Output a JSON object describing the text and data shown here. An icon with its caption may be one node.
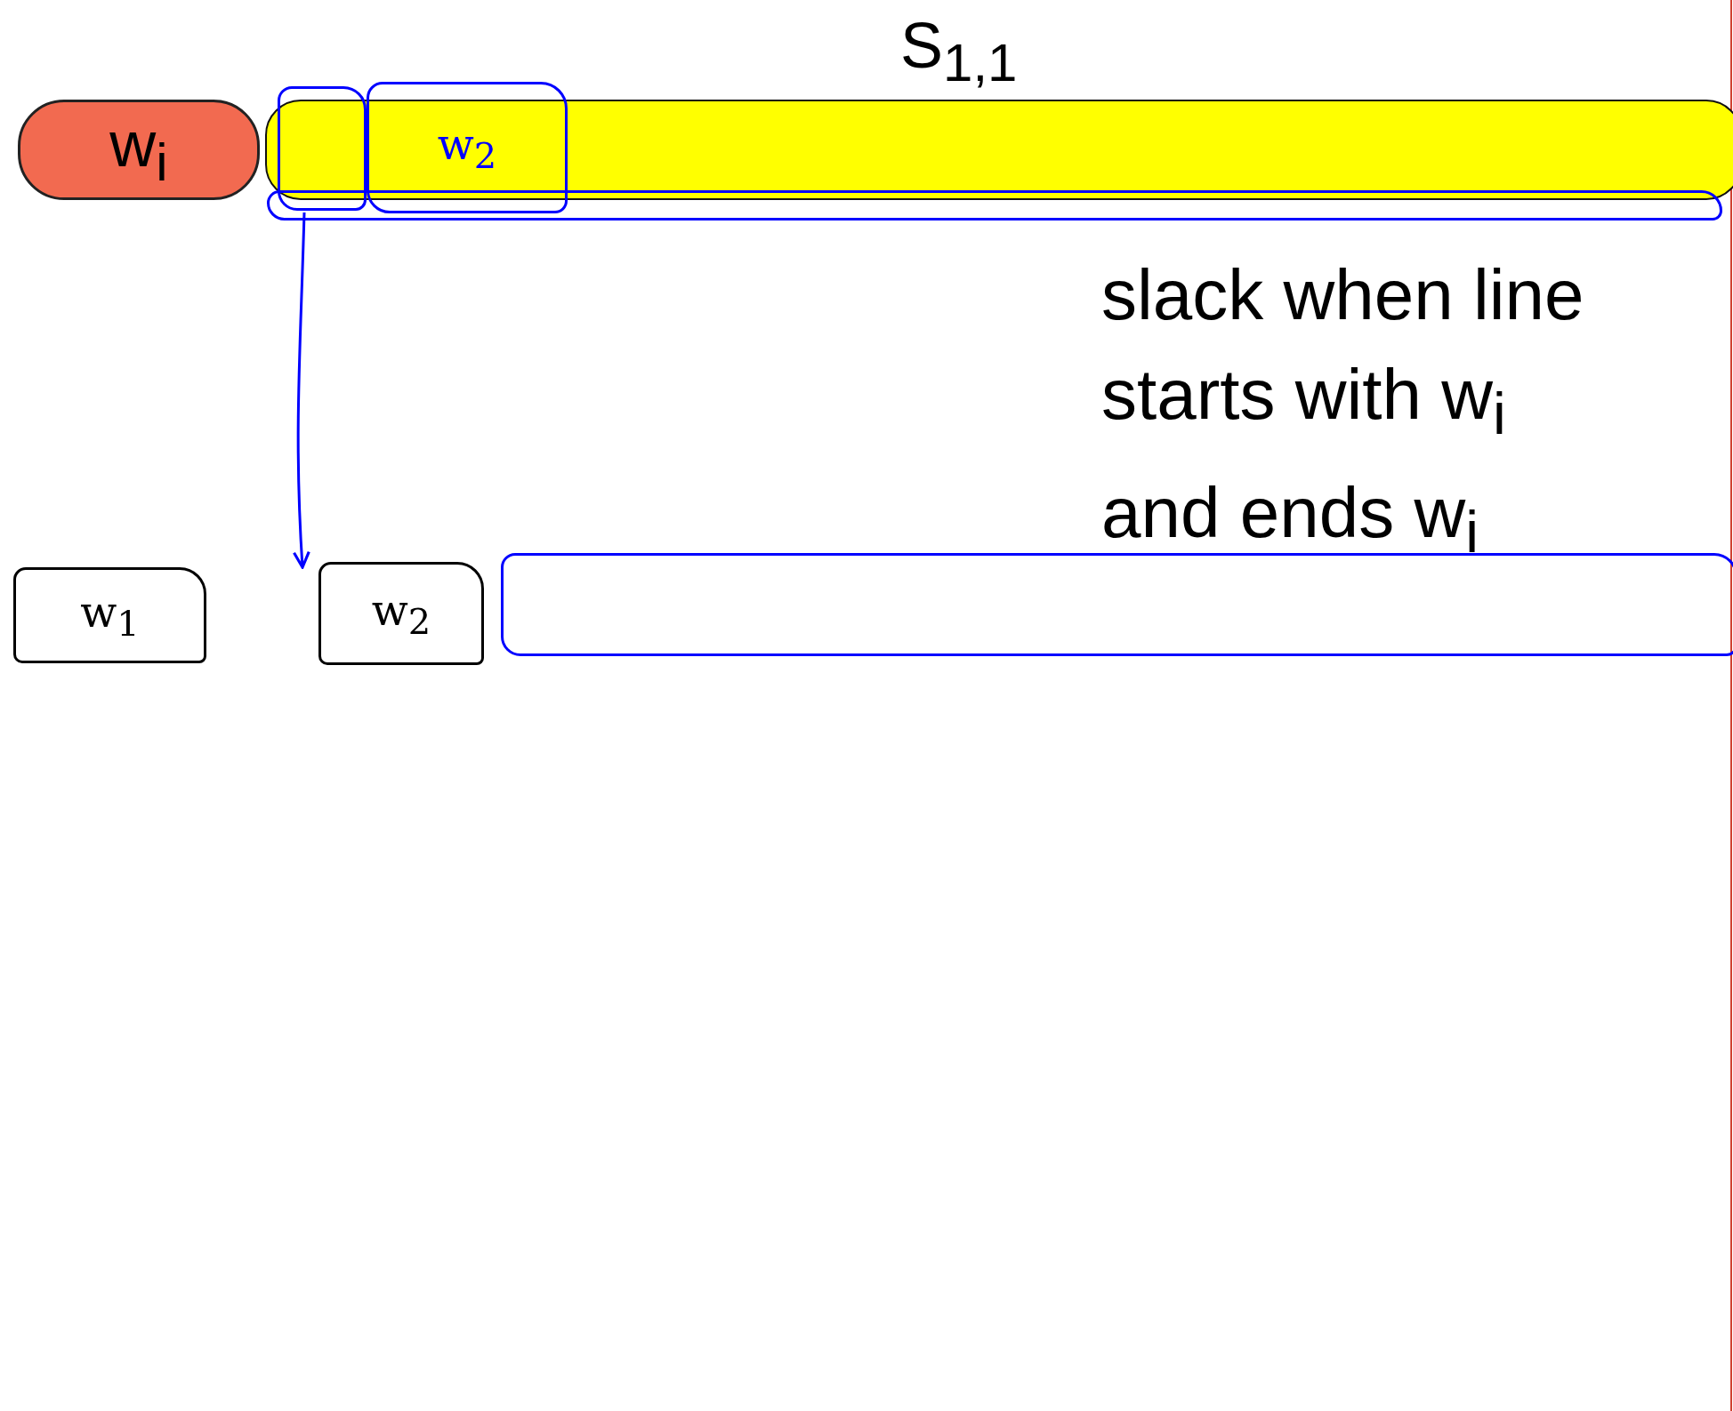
{
  "diagram": {
    "nodes": [
      {
        "text": [
          "w$_{i}$"
        ]
      },
      {
        "text": [
          "S$_{1,1}$"
        ]
      },
      {
        "text": [],
        "shape": "box",
        "in": 1
      },
      {
        "text": [
          "w$_{2}$"
        ],
        "in": 1
      },
      {
        "text": [],
        "shape": "box"
      },
      {
        "text": [
          "w$_{1}$"
        ]
      },
      {
        "text": [
          "w$_{2}$"
        ]
      },
      {
        "text": [],
        "shape": "box"
      }
    ],
    "edges": [
      {
        "from": 2,
        "to": 6,
        "arrow": "to",
        "color": "#0000ff"
      }
    ],
    "labels": [
      "slack when line starts with w$_{i}$ and ends w$_{i}$"
    ]
  }
}
